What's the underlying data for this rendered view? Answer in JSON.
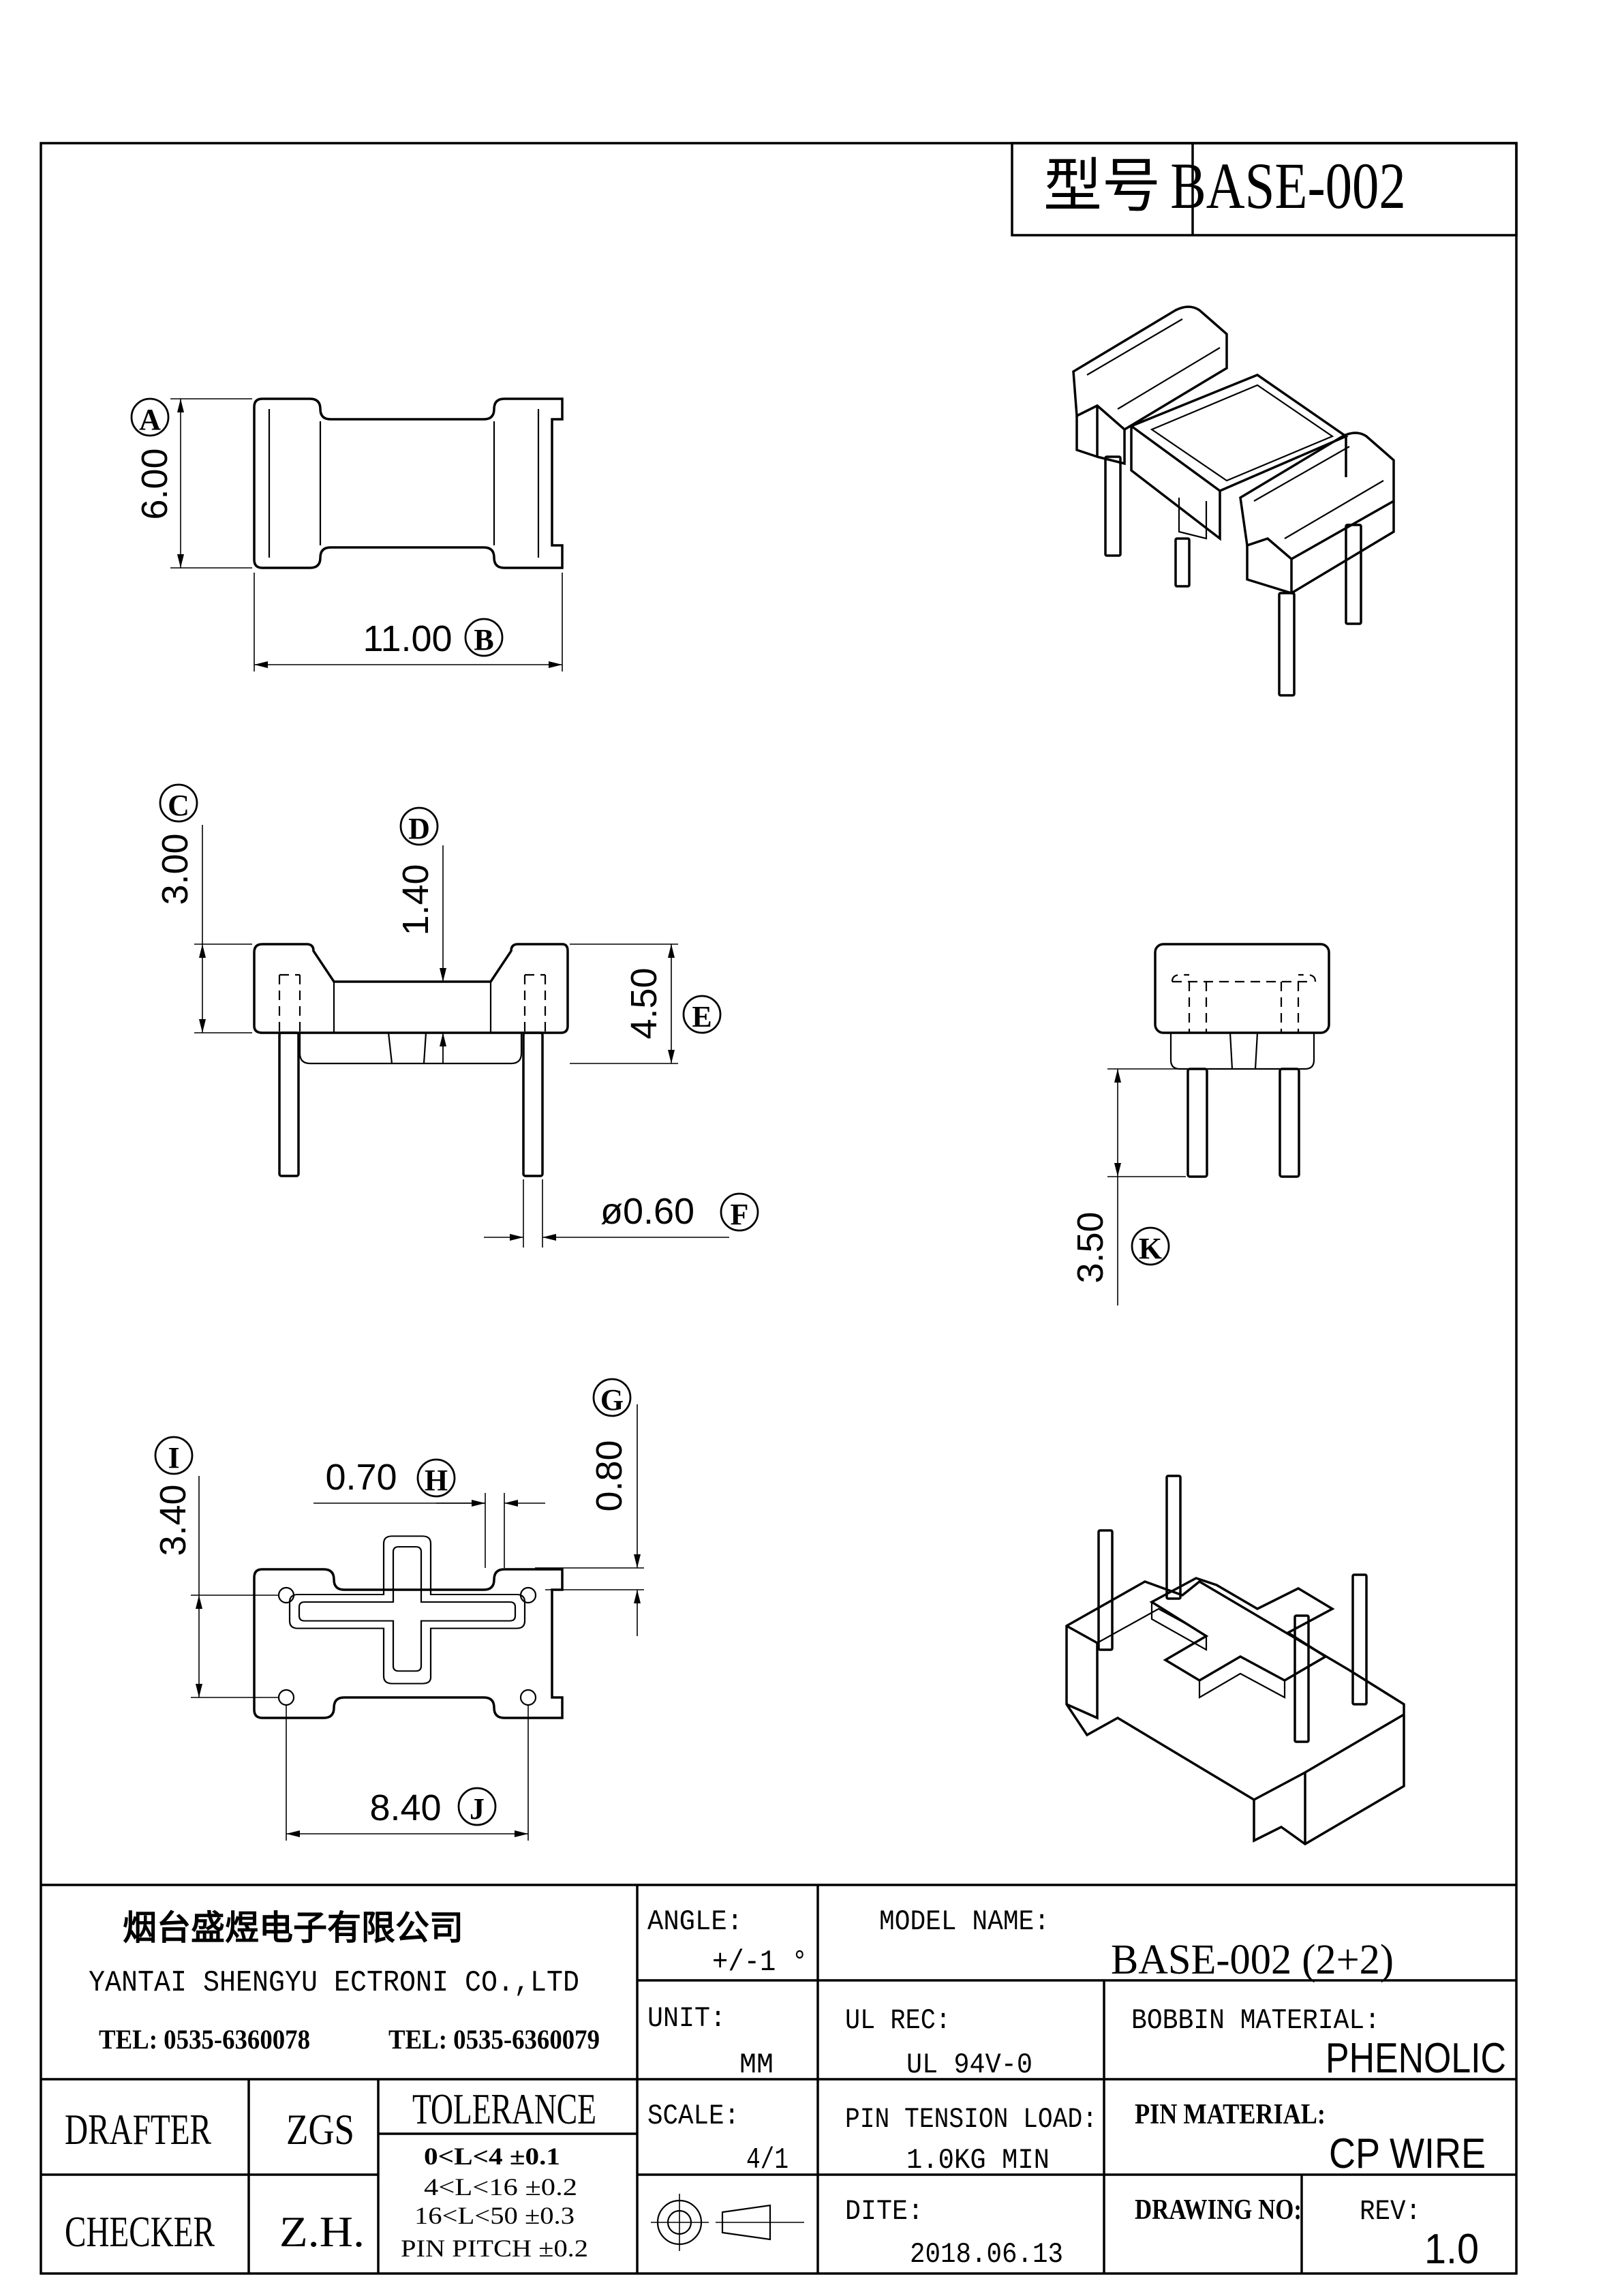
{
  "header": {
    "model_label": "型号",
    "model_value": "BASE-002"
  },
  "dimensions": {
    "A": {
      "letter": "A",
      "value": "6.00"
    },
    "B": {
      "letter": "B",
      "value": "11.00"
    },
    "C": {
      "letter": "C",
      "value": "3.00"
    },
    "D": {
      "letter": "D",
      "value": "1.40"
    },
    "E": {
      "letter": "E",
      "value": "4.50"
    },
    "F": {
      "letter": "F",
      "value": "ø0.60"
    },
    "G": {
      "letter": "G",
      "value": "0.80"
    },
    "H": {
      "letter": "H",
      "value": "0.70"
    },
    "I": {
      "letter": "I",
      "value": "3.40"
    },
    "J": {
      "letter": "J",
      "value": "8.40"
    },
    "K": {
      "letter": "K",
      "value": "3.50"
    }
  },
  "title_block": {
    "company_cn": "烟台盛煜电子有限公司",
    "company_en": "YANTAI SHENGYU ECTRONI CO.,LTD",
    "tel1": "TEL: 0535-6360078",
    "tel2": "TEL: 0535-6360079",
    "angle_label": "ANGLE:",
    "angle_value": "+/-1 °",
    "model_name_label": "MODEL NAME:",
    "model_name_value": "BASE-002 (2+2)",
    "unit_label": "UNIT:",
    "unit_value": "MM",
    "ul_label": "UL REC:",
    "ul_value": "UL 94V-0",
    "bobbin_label": "BOBBIN MATERIAL:",
    "bobbin_value": "PHENOLIC",
    "drafter_label": "DRAFTER",
    "drafter_value": "ZGS",
    "checker_label": "CHECKER",
    "checker_value": "Z.H.",
    "tolerance_label": "TOLERANCE",
    "tol_1": "0<L<4   ±0.1",
    "tol_2": "4<L<16  ±0.2",
    "tol_3": "16<L<50  ±0.3",
    "tol_4": "PIN PITCH  ±0.2",
    "scale_label": "SCALE:",
    "scale_value": "4/1",
    "pin_tension_label": "PIN TENSION LOAD:",
    "pin_tension_value": "1.0KG MIN",
    "pin_material_label": "PIN MATERIAL:",
    "pin_material_value": "CP WIRE",
    "date_label": "DITE:",
    "date_value": "2018.06.13",
    "drawing_no_label": "DRAWING NO:",
    "rev_label": "REV:",
    "rev_value": "1.0"
  }
}
